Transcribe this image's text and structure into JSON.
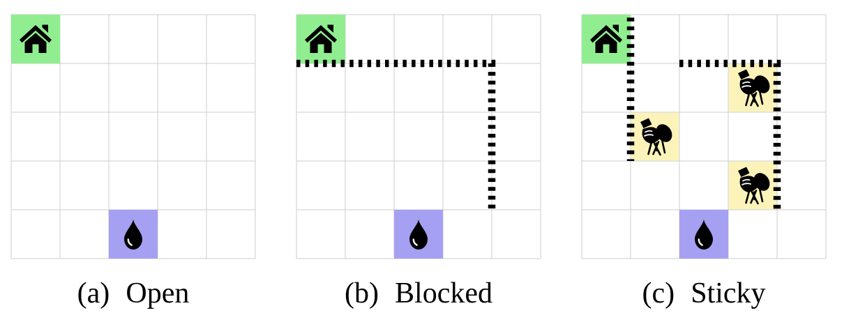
{
  "figure": {
    "description": "Three 5x5 gridworld environment diagrams",
    "grid_size": 5,
    "colors": {
      "background": "#ffffff",
      "grid_line": "#cecece",
      "home_cell_bg": "#90ee90",
      "water_cell_bg": "#a5a0f2",
      "sticky_cell_bg": "#fbf3b9",
      "wall": "#000000",
      "icon": "#000000",
      "caption_text": "#000000"
    },
    "icons": {
      "home": "house-icon",
      "water": "water-drop-icon",
      "sticky": "sticky-hand-icon"
    },
    "panels": [
      {
        "id": "a",
        "label": "(a)",
        "title": "Open",
        "home_cell": {
          "row": 0,
          "col": 0
        },
        "water_cell": {
          "row": 4,
          "col": 2
        },
        "sticky_cells": [],
        "walls": []
      },
      {
        "id": "b",
        "label": "(b)",
        "title": "Blocked",
        "home_cell": {
          "row": 0,
          "col": 0
        },
        "water_cell": {
          "row": 4,
          "col": 2
        },
        "sticky_cells": [],
        "walls": [
          {
            "name": "top-horizontal-then-down",
            "points_cells": [
              [
                0,
                1
              ],
              [
                4,
                1
              ],
              [
                4,
                4
              ]
            ]
          }
        ]
      },
      {
        "id": "c",
        "label": "(c)",
        "title": "Sticky",
        "home_cell": {
          "row": 0,
          "col": 0
        },
        "water_cell": {
          "row": 4,
          "col": 2
        },
        "sticky_cells": [
          {
            "row": 1,
            "col": 3
          },
          {
            "row": 2,
            "col": 1
          },
          {
            "row": 3,
            "col": 3
          }
        ],
        "walls": [
          {
            "name": "right-of-home-vertical",
            "points_cells": [
              [
                1,
                0.06
              ],
              [
                1,
                3
              ]
            ]
          },
          {
            "name": "upper-horizontal-then-down",
            "points_cells": [
              [
                2,
                1
              ],
              [
                4,
                1
              ],
              [
                4,
                4
              ]
            ]
          }
        ]
      }
    ]
  }
}
